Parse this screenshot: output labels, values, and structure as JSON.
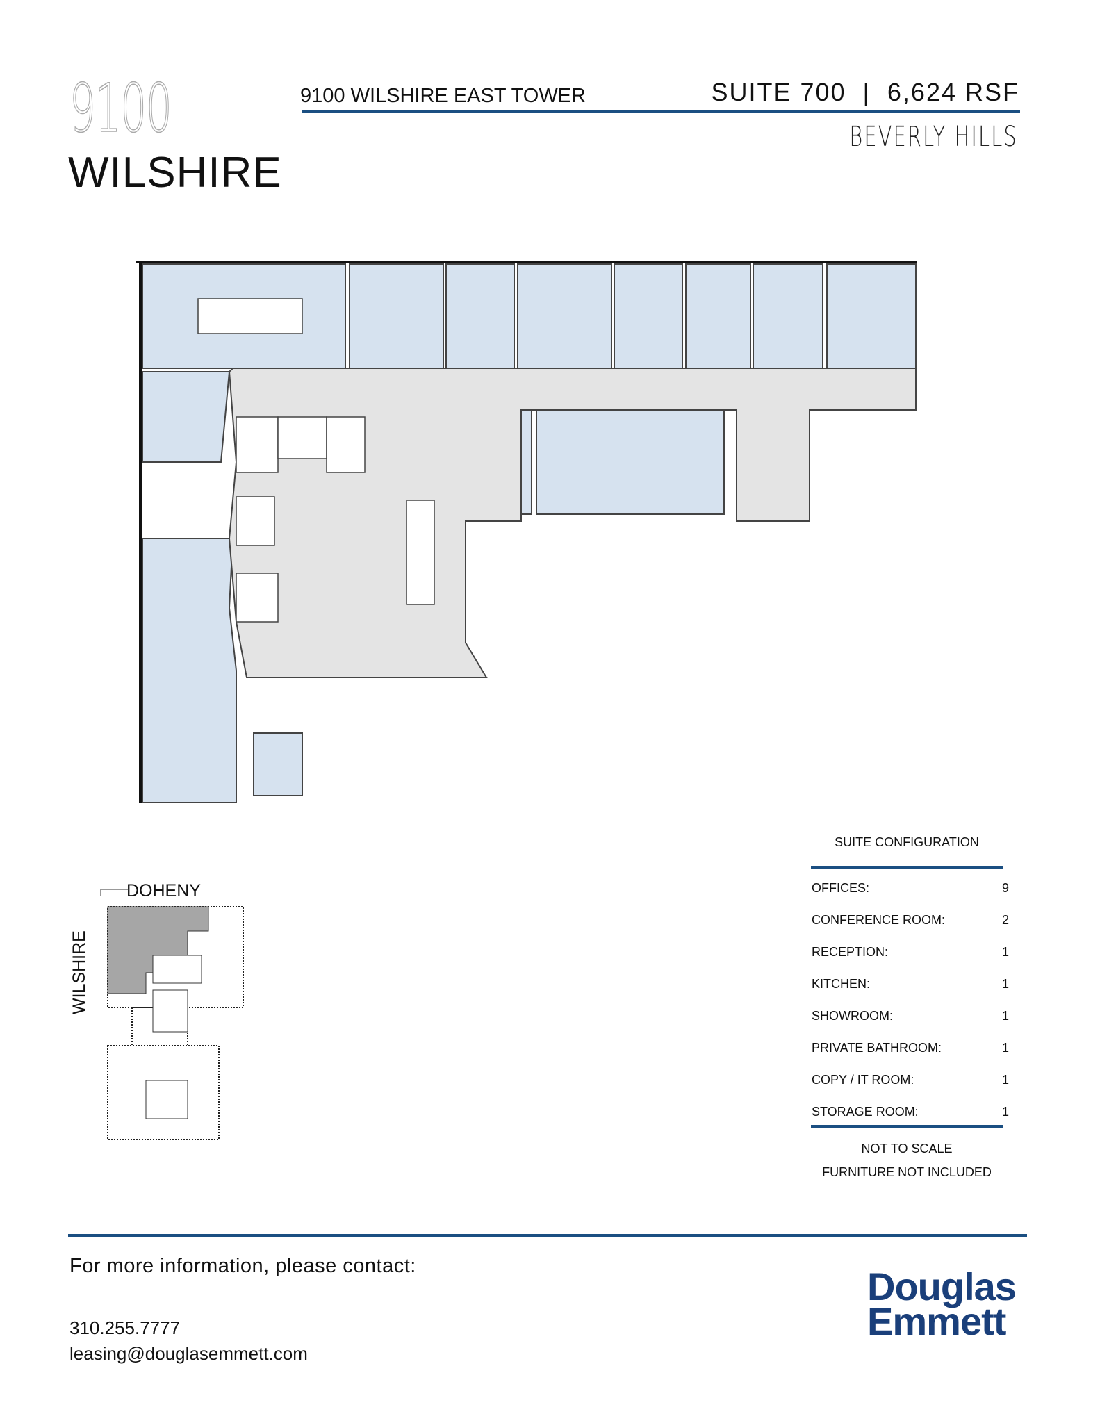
{
  "header": {
    "logo_number": "9100",
    "logo_word": "WILSHIRE",
    "building_name": "9100 WILSHIRE EAST TOWER",
    "suite_line": "SUITE 700  |  6,624 RSF",
    "city": "BEVERLY HILLS"
  },
  "floorplan": {
    "colors": {
      "office_fill": "#d6e2ef",
      "corridor_fill": "#e4e4e4",
      "wall": "#444444",
      "column": "#111111"
    }
  },
  "keymap": {
    "street_top": "DOHENY",
    "street_side": "WILSHIRE",
    "highlight_color": "#a6a6a6"
  },
  "suite_configuration": {
    "title": "SUITE CONFIGURATION",
    "rows": [
      {
        "label": "OFFICES:",
        "value": "9"
      },
      {
        "label": "CONFERENCE ROOM:",
        "value": "2"
      },
      {
        "label": "RECEPTION:",
        "value": "1"
      },
      {
        "label": "KITCHEN:",
        "value": "1"
      },
      {
        "label": "SHOWROOM:",
        "value": "1"
      },
      {
        "label": "PRIVATE BATHROOM:",
        "value": "1"
      },
      {
        "label": "COPY / IT ROOM:",
        "value": "1"
      },
      {
        "label": "STORAGE ROOM:",
        "value": "1"
      }
    ],
    "note_scale": "NOT TO SCALE",
    "note_furniture": "FURNITURE NOT INCLUDED"
  },
  "footer": {
    "contact_heading": "For more information, please contact:",
    "phone": "310.255.7777",
    "email": "leasing@douglasemmett.com",
    "brand_line1": "Douglas",
    "brand_line2": "Emmett",
    "brand_color": "#1a3f7a",
    "rule_color": "#1b4f82"
  }
}
